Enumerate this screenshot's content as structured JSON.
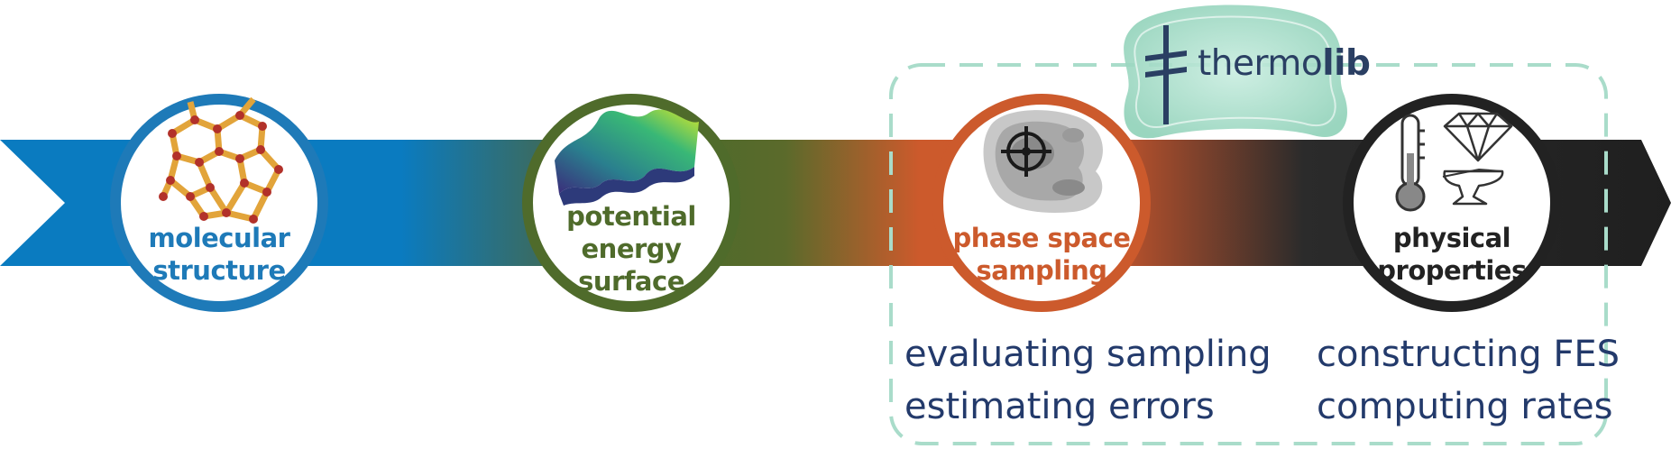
{
  "nodes": [
    {
      "id": "molecular",
      "label_lines": [
        "molecular",
        "structure"
      ],
      "color": "#1e7ab8"
    },
    {
      "id": "potential",
      "label_lines": [
        "potential",
        "energy",
        "surface"
      ],
      "color": "#4f6b2b"
    },
    {
      "id": "phase",
      "label_lines": [
        "phase space",
        "sampling"
      ],
      "color": "#cc5a2c"
    },
    {
      "id": "physical",
      "label_lines": [
        "physical",
        "properties"
      ],
      "color": "#222222"
    }
  ],
  "brand": {
    "name_regular": "thermo",
    "name_bold": "lib",
    "accent": "#8fd1b8"
  },
  "captions": {
    "left": [
      "evaluating sampling",
      "estimating errors"
    ],
    "right": [
      "constructing FES",
      "computing rates"
    ]
  },
  "icons": [
    "zeolite-structure-icon",
    "energy-surface-icon",
    "crosshair-icon",
    "thermometer-icon",
    "diamond-icon",
    "anvil-icon",
    "thermolib-logo-icon"
  ]
}
